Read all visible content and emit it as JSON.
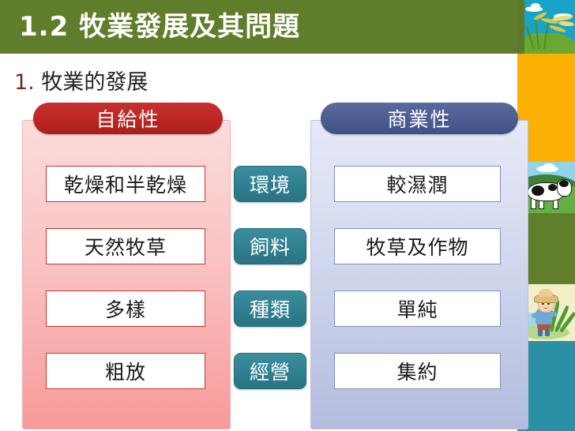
{
  "slide": {
    "title": "1.2 牧業發展及其問題",
    "subtitle_number": "1.",
    "subtitle_text": "牧業的發展",
    "colors": {
      "title_bar_green": "#607d2b",
      "left_header_red": "#bb2725",
      "right_header_blue": "#4c5c92",
      "middle_box_teal": "#2f7f90",
      "left_panel_pink": "#f79a9a",
      "right_panel_blue": "#b4bcdd",
      "sidebar_orange": "#fbb003",
      "sidebar_green": "#5f7f2a",
      "sidebar_teal": "#2b8fa6"
    }
  },
  "diagram": {
    "left_header": "自給性",
    "right_header": "商業性",
    "rows": [
      {
        "left": "乾燥和半乾燥",
        "middle": "環境",
        "right": "較濕潤"
      },
      {
        "left": "天然牧草",
        "middle": "飼料",
        "right": "牧草及作物"
      },
      {
        "left": "多樣",
        "middle": "種類",
        "right": "單純"
      },
      {
        "left": "粗放",
        "middle": "經營",
        "right": "集約"
      }
    ]
  },
  "sidebar": {
    "blocks": [
      {
        "name": "rice-photo",
        "label": "rice-plant-image"
      },
      {
        "name": "orange-block",
        "label": ""
      },
      {
        "name": "cow-photo",
        "label": "dairy-cow-image"
      },
      {
        "name": "green-block",
        "label": ""
      },
      {
        "name": "farmer-photo",
        "label": "farmer-image"
      },
      {
        "name": "teal-block",
        "label": ""
      }
    ]
  }
}
